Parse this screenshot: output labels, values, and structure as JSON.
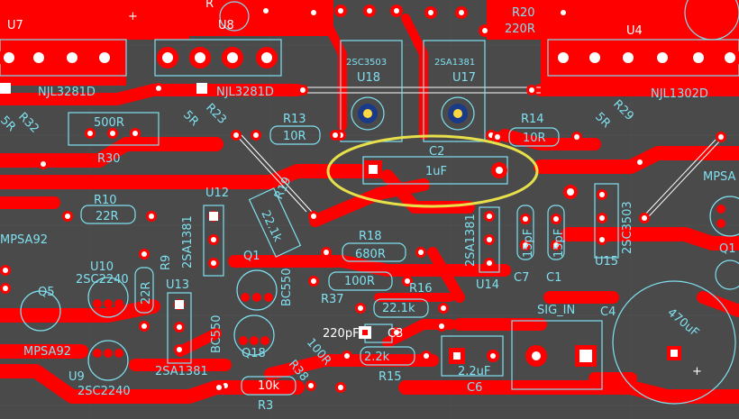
{
  "board": {
    "background_color": "#4a4a4a",
    "copper_color": "#ff0000",
    "silkscreen_color": "#7fe0f0",
    "highlight_color": "#e8e04a"
  },
  "labels": {
    "u7": "U7",
    "u8": "U8",
    "u4": "U4",
    "nj1": "NJL3281D",
    "nj2": "NJL3281D",
    "nj3": "NJL1302D",
    "r20": "R20",
    "r20v": "220R",
    "u18": "U18",
    "u18p": "2SC3503",
    "u17": "U17",
    "u17p": "2SA1381",
    "r32": "R32",
    "r32v": "5R",
    "r30": "R30",
    "r30v": "500R",
    "r23": "R23",
    "r23v": "5R",
    "r13": "R13",
    "r13v": "10R",
    "r14": "R14",
    "r14v": "10R",
    "r29": "R29",
    "r29v": "5R",
    "c2": "C2",
    "c2v": "1uF",
    "mpsa_r": "MPSA",
    "r10": "R10",
    "r10v": "22R",
    "u12": "U12",
    "u12p": "2SA1381",
    "r19": "R19",
    "r19v": "22.1k",
    "mpsa92a": "MPSA92",
    "r18": "R18",
    "r18v": "680R",
    "u14": "U14",
    "u14p": "2SA1381",
    "c7": "C7",
    "c7v": "15pF",
    "c1": "C1",
    "c1v": "15pF",
    "u15": "U15",
    "u15p": "2SC3503",
    "q1r": "Q1",
    "u10": "U10",
    "u10p": "2SC2240",
    "r9": "R9",
    "r9v": "22R",
    "q1": "Q1",
    "q1p": "BC550",
    "q5": "Q5",
    "u13": "U13",
    "r37": "R37",
    "r37v": "100R",
    "r16": "R16",
    "r16v": "22.1k",
    "sig_in": "SIG_IN",
    "c4": "C4",
    "c4v": "470uF",
    "c4plus": "+",
    "c3v": "220pF",
    "c3": "C3",
    "q18p": "BC550",
    "q18": "Q18",
    "r38": "R38",
    "r38v": "100R",
    "r15v": "2.2k",
    "r15": "R15",
    "c6v": "2.2uF",
    "c6": "C6",
    "mpsa92b": "MPSA92",
    "u9": "U9",
    "u9p": "2SC2240",
    "u13p": "2SA1381",
    "r3v": "10k",
    "r3": "R3",
    "plus_top": "+",
    "r_top": "R"
  }
}
